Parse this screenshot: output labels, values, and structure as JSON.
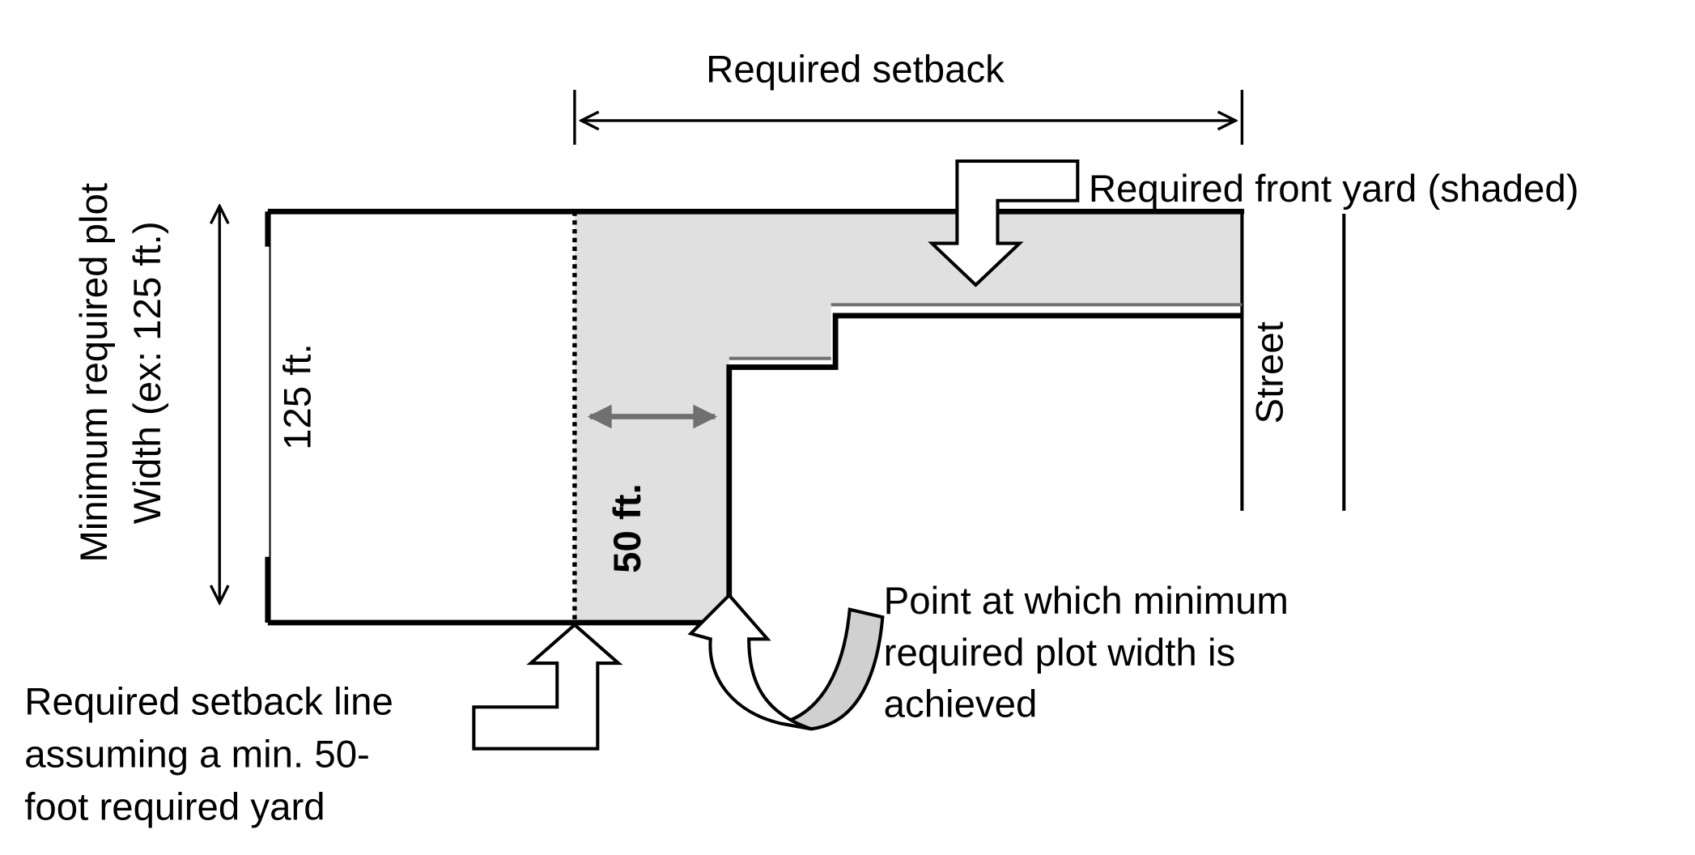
{
  "labels": {
    "required_setback": "Required setback",
    "front_yard": "Required front yard (shaded)",
    "street": "Street",
    "width_value": "125 ft.",
    "min_width_line1": "Minimum required  plot",
    "min_width_line2": "Width (ex: 125 ft.)",
    "yard_depth": "50 ft.",
    "point_note": [
      "Point at which minimum",
      "required plot width is",
      "achieved"
    ],
    "setback_line_note": [
      "Required setback line",
      "assuming a min. 50-",
      "foot required yard"
    ]
  },
  "colors": {
    "shaded_yard": "#e0e0e0",
    "dimension_arrow": "#707070",
    "curved_arrow_fill": "#d0d0d0"
  }
}
